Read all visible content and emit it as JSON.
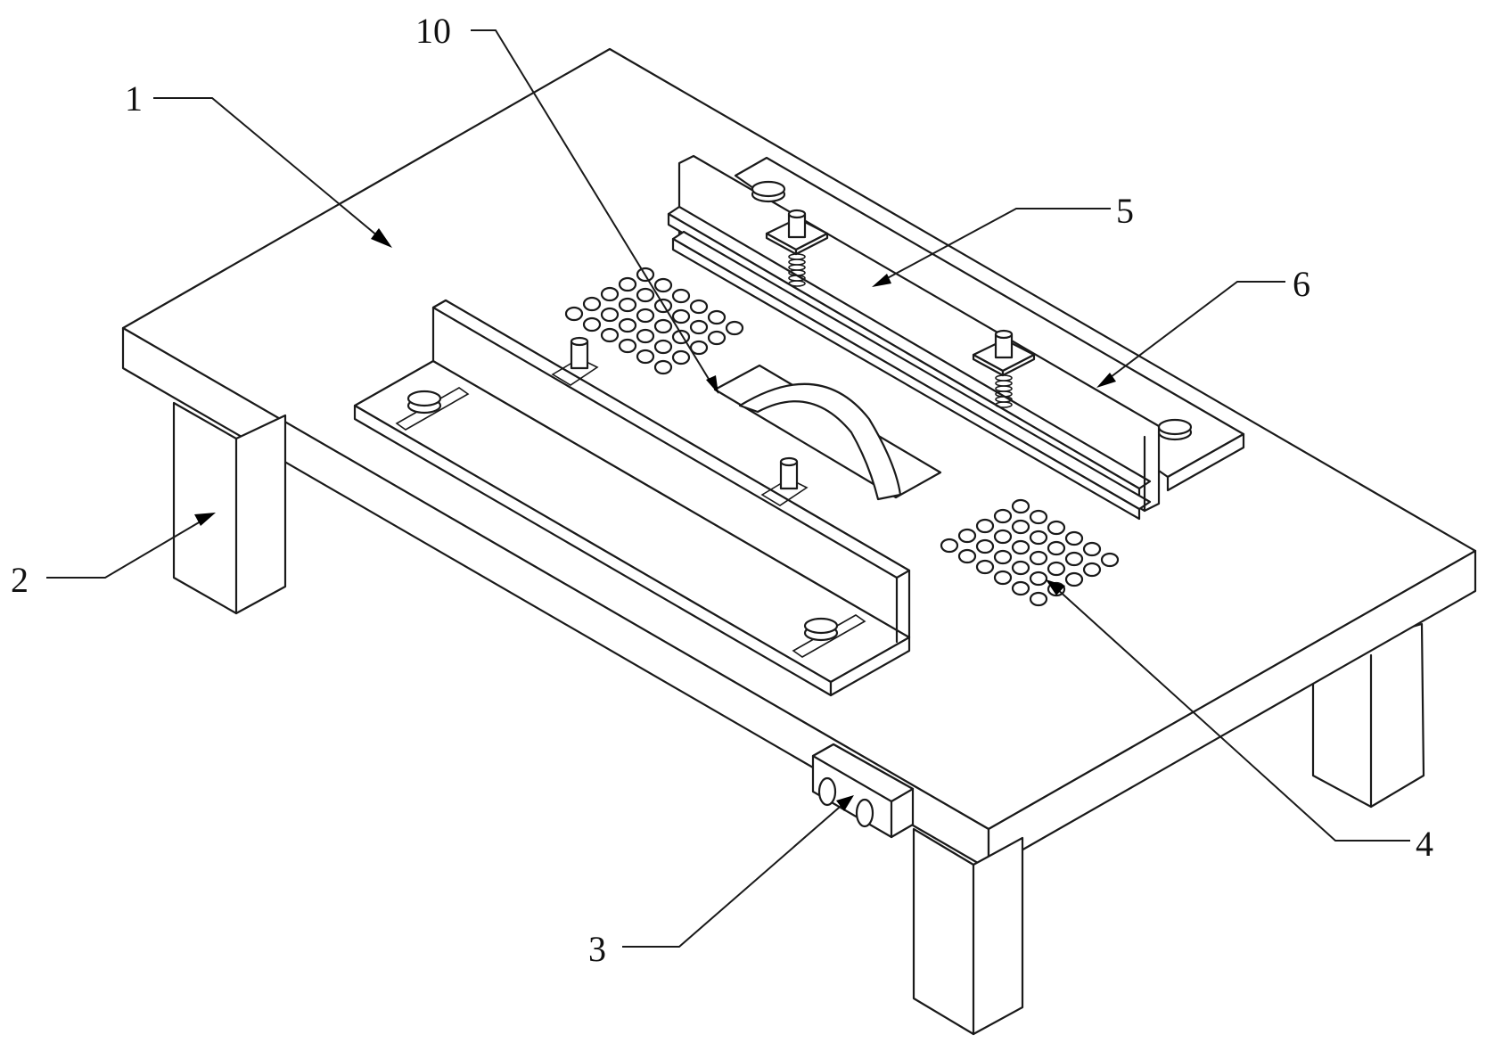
{
  "figure": {
    "type": "patent-isometric-line-drawing",
    "subject": "table-with-guide-rails-and-saw-blade",
    "line_color": "#1a1a1a",
    "background_color": "#ffffff"
  },
  "reference_labels": [
    {
      "id": "ref-1",
      "text": "1",
      "part": "table-top"
    },
    {
      "id": "ref-2",
      "text": "2",
      "part": "table-leg"
    },
    {
      "id": "ref-3",
      "text": "3",
      "part": "switch-box"
    },
    {
      "id": "ref-4",
      "text": "4",
      "part": "vent-holes"
    },
    {
      "id": "ref-5",
      "text": "5",
      "part": "adjusting-screw-bolt"
    },
    {
      "id": "ref-6",
      "text": "6",
      "part": "guide-rail"
    },
    {
      "id": "ref-10",
      "text": "10",
      "part": "saw-blade-slot"
    }
  ]
}
